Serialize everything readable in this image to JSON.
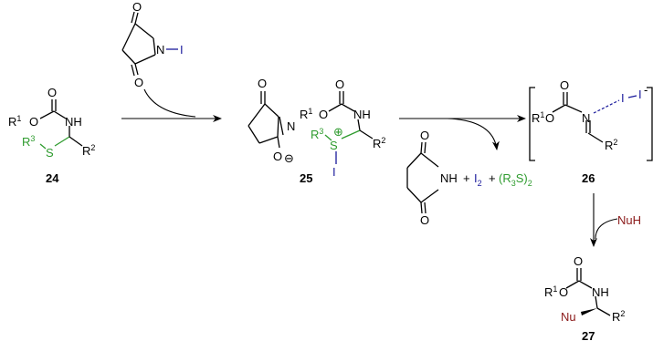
{
  "colors": {
    "sulfur_group": "#2e9b2e",
    "iodine": "#1a1a9c",
    "nucleophile": "#8b1a1a"
  },
  "compounds": {
    "c24": {
      "label": "24",
      "R1": "R",
      "R1_sup": "1",
      "O_ester": "O",
      "O_carbonyl": "O",
      "NH": "NH",
      "R3": "R",
      "R3_sup": "3",
      "S": "S",
      "R2": "R",
      "R2_sup": "2"
    },
    "nis": {
      "O_top": "O",
      "N": "N",
      "I": "I",
      "O_bottom": "O"
    },
    "c25": {
      "label": "25",
      "O_top": "O",
      "N": "N",
      "O_minus": "O",
      "minus_sign": "⊖",
      "R1": "R",
      "R1_sup": "1",
      "O_ester": "O",
      "O_carbonyl": "O",
      "NH": "NH",
      "R3": "R",
      "R3_sup": "3",
      "S": "S",
      "plus_sign": "⊕",
      "I": "I",
      "R2": "R",
      "R2_sup": "2"
    },
    "byproducts": {
      "succ_O_top": "O",
      "succ_NH": "NH",
      "succ_O_bottom": "O",
      "plus1": "+",
      "I2": "I",
      "I2_sub": "2",
      "plus2": "+",
      "disulfide_open": "(R",
      "disulfide_sub3": "3",
      "disulfide_S": "S)",
      "disulfide_sub2": "2"
    },
    "c26": {
      "label": "26",
      "R1": "R",
      "R1_sup": "1",
      "O_ester": "O",
      "O_carbonyl": "O",
      "N": "N",
      "I_a": "I",
      "I_b": "I",
      "minus": "-",
      "R2": "R",
      "R2_sup": "2"
    },
    "reagent_nuh": {
      "text": "NuH"
    },
    "c27": {
      "label": "27",
      "R1": "R",
      "R1_sup": "1",
      "O_ester": "O",
      "O_carbonyl": "O",
      "NH": "NH",
      "Nu": "Nu",
      "R2": "R",
      "R2_sup": "2"
    }
  }
}
